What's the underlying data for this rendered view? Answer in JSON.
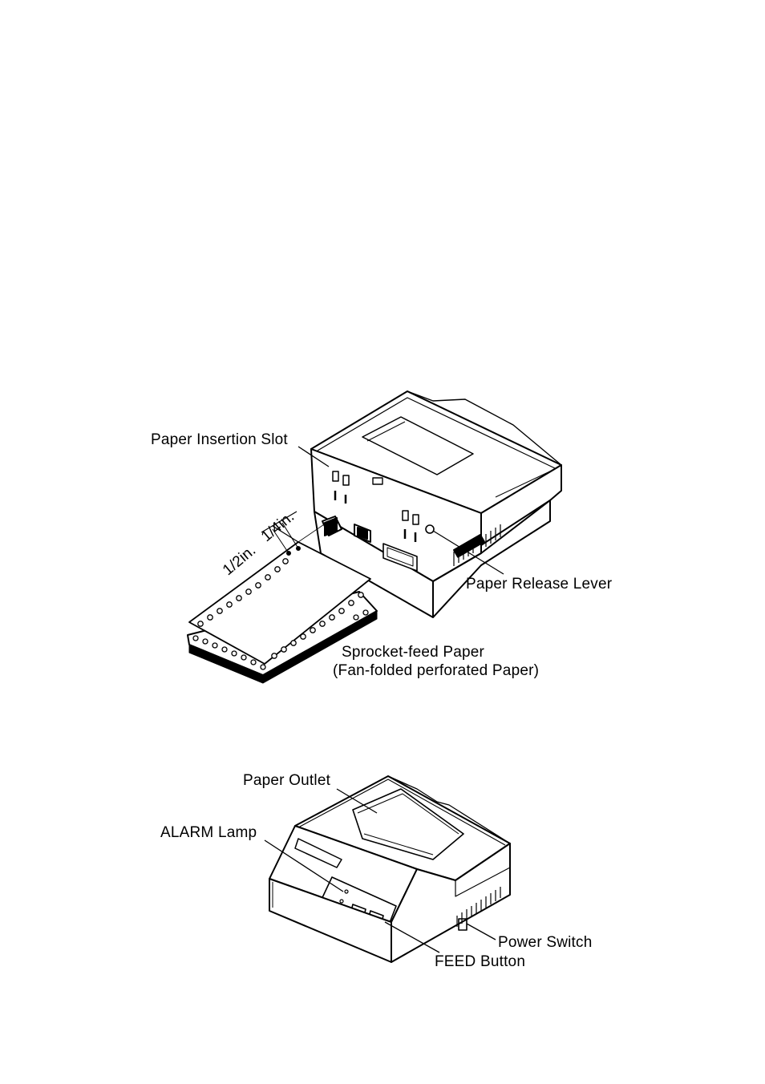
{
  "figure_top": {
    "labels": {
      "paper_insertion_slot": "Paper Insertion Slot",
      "paper_release_lever": "Paper Release Lever",
      "sprocket_feed_paper": "Sprocket-feed Paper",
      "fan_folded": "(Fan-folded perforated Paper)",
      "half_inch": "1/2in.",
      "quarter_inch": "1/4in."
    }
  },
  "figure_bottom": {
    "labels": {
      "paper_outlet": "Paper Outlet",
      "alarm_lamp": "ALARM Lamp",
      "power_switch": "Power Switch",
      "feed_button": "FEED Button"
    }
  }
}
